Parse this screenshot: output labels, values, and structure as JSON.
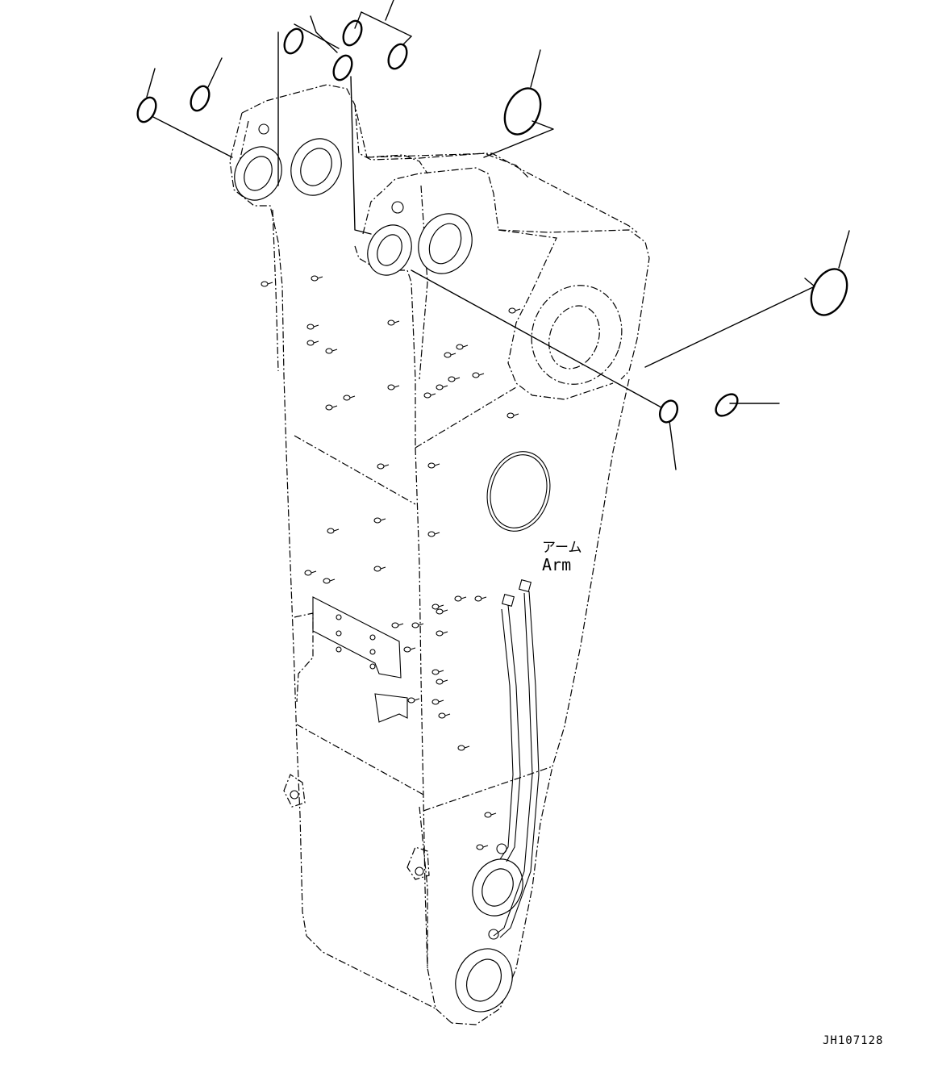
{
  "labels": {
    "part_name_jp": "アーム",
    "part_name_en": "Arm"
  },
  "drawing_code": "JH107128",
  "icons": {
    "o_ring": "o-ring-seal-icon"
  }
}
